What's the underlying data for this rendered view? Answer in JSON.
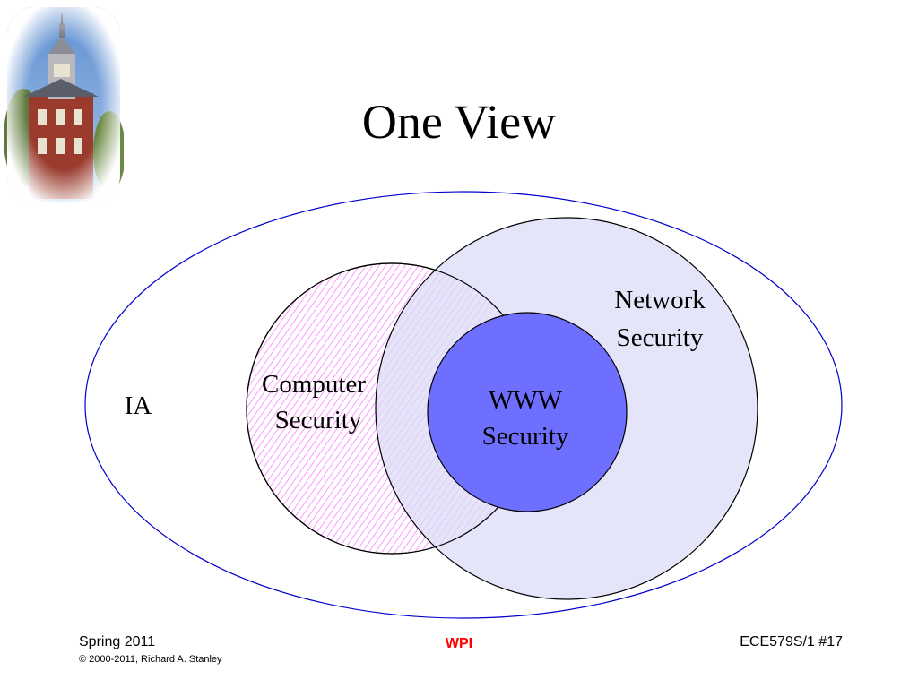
{
  "slide": {
    "title": "One View"
  },
  "diagram": {
    "outer_label": "IA",
    "computer_security_label": [
      "Computer",
      "Security"
    ],
    "network_security_label": [
      "Network",
      "Security"
    ],
    "www_security_label": [
      "WWW",
      "Security"
    ],
    "colors": {
      "outer_stroke": "#0000cc",
      "computer_fill_pattern": "#ff99ff",
      "network_fill": "#dcdcf8",
      "www_fill": "#6f6fff"
    }
  },
  "footer": {
    "term": "Spring 2011",
    "copyright": "© 2000-2011, Richard A. Stanley",
    "institution": "WPI",
    "course_slide": "ECE579S/1  #17"
  }
}
